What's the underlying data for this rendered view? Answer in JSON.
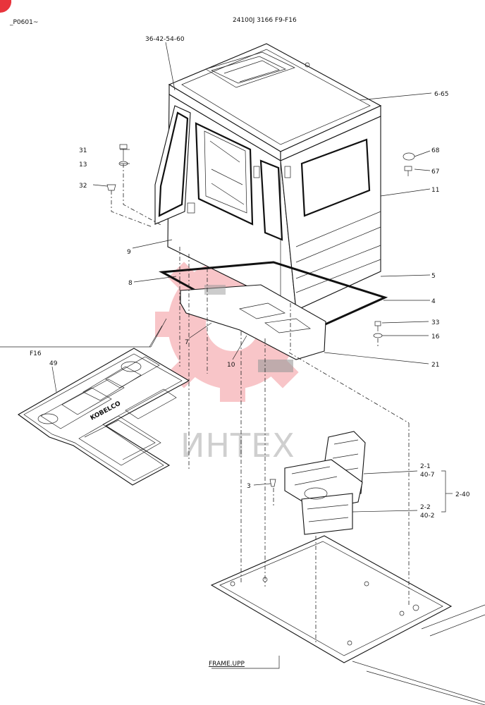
{
  "header": {
    "code_left": "_P0601~",
    "code_center": "24100J 3166 F9-F16"
  },
  "watermark": {
    "text": "ИНТЕХ",
    "color": "#e8343c"
  },
  "callouts": {
    "c36": "36-42-54-60",
    "c665": "6-65",
    "c31": "31",
    "c13": "13",
    "c32": "32",
    "c68": "68",
    "c67": "67",
    "c11": "11",
    "c9": "9",
    "c5": "5",
    "c8": "8",
    "c4": "4",
    "c33": "33",
    "c16": "16",
    "c7": "7",
    "c10": "10",
    "c21": "21",
    "cf16": "F16",
    "c49": "49",
    "c3": "3",
    "c21s": "2-1",
    "c407": "40-7",
    "c240": "2-40",
    "c22": "2-2",
    "c402": "40-2"
  },
  "footer": {
    "frame_label": "FRAME.UPP"
  },
  "mat_logo": "KOBELCO"
}
